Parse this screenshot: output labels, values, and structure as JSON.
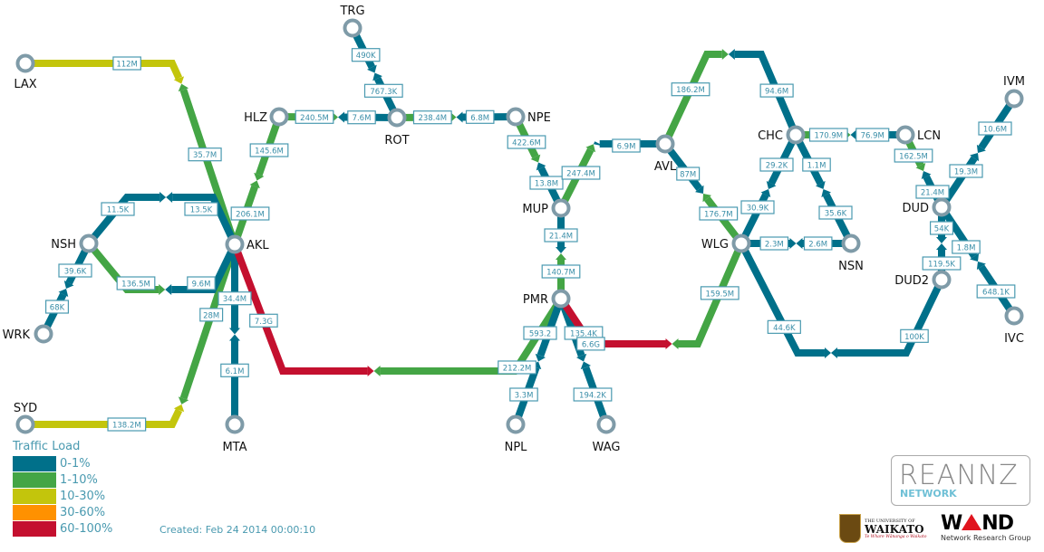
{
  "colors": {
    "load_0_1": "#00708a",
    "load_1_10": "#44a545",
    "load_10_30": "#c3c50c",
    "load_30_60": "#ff9100",
    "load_60_100": "#c4102f",
    "node_ring": "#7f9ba8",
    "label_border": "#4a9ab0"
  },
  "nodes": [
    {
      "id": "LAX",
      "label": "LAX"
    },
    {
      "id": "HLZ",
      "label": "HLZ"
    },
    {
      "id": "TRG",
      "label": "TRG"
    },
    {
      "id": "ROT",
      "label": "ROT"
    },
    {
      "id": "NPE",
      "label": "NPE"
    },
    {
      "id": "AKL",
      "label": "AKL"
    },
    {
      "id": "NSH",
      "label": "NSH"
    },
    {
      "id": "WRK",
      "label": "WRK"
    },
    {
      "id": "SYD",
      "label": "SYD"
    },
    {
      "id": "MTA",
      "label": "MTA"
    },
    {
      "id": "MUP",
      "label": "MUP"
    },
    {
      "id": "PMR",
      "label": "PMR"
    },
    {
      "id": "NPL",
      "label": "NPL"
    },
    {
      "id": "WAG",
      "label": "WAG"
    },
    {
      "id": "AVL",
      "label": "AVL"
    },
    {
      "id": "WLG",
      "label": "WLG"
    },
    {
      "id": "CHC",
      "label": "CHC"
    },
    {
      "id": "LCN",
      "label": "LCN"
    },
    {
      "id": "NSN",
      "label": "NSN"
    },
    {
      "id": "DUD",
      "label": "DUD"
    },
    {
      "id": "DUD2",
      "label": "DUD2"
    },
    {
      "id": "IVM",
      "label": "IVM"
    },
    {
      "id": "IVC",
      "label": "IVC"
    }
  ],
  "links": [
    {
      "id": "LAX-AKL",
      "from": "LAX",
      "to": "AKL",
      "a_label": "112M",
      "a_load": "10-30%",
      "b_label": "35.7M",
      "b_load": "1-10%"
    },
    {
      "id": "SYD-AKL",
      "from": "SYD",
      "to": "AKL",
      "a_label": "138.2M",
      "a_load": "10-30%",
      "b_label": "28M",
      "b_load": "1-10%"
    },
    {
      "id": "HLZ-AKL",
      "from": "HLZ",
      "to": "AKL",
      "a_label": "145.6M",
      "a_load": "1-10%",
      "b_label": "206.1M",
      "b_load": "1-10%"
    },
    {
      "id": "HLZ-ROT",
      "from": "HLZ",
      "to": "ROT",
      "a_label": "240.5M",
      "a_load": "1-10%",
      "b_label": "7.6M",
      "b_load": "0-1%"
    },
    {
      "id": "TRG-ROT",
      "from": "TRG",
      "to": "ROT",
      "a_label": "490K",
      "a_load": "0-1%",
      "b_label": "767.3K",
      "b_load": "0-1%"
    },
    {
      "id": "ROT-NPE",
      "from": "ROT",
      "to": "NPE",
      "a_label": "238.4M",
      "a_load": "1-10%",
      "b_label": "6.8M",
      "b_load": "0-1%"
    },
    {
      "id": "NPE-MUP",
      "from": "NPE",
      "to": "MUP",
      "a_label": "422.6M",
      "a_load": "1-10%",
      "b_label": "13.8M",
      "b_load": "0-1%"
    },
    {
      "id": "NSH-AKL-1",
      "from": "NSH",
      "to": "AKL",
      "a_label": "11.5K",
      "a_load": "0-1%",
      "b_label": "13.5K",
      "b_load": "0-1%"
    },
    {
      "id": "NSH-AKL-2",
      "from": "NSH",
      "to": "AKL",
      "a_label": "136.5M",
      "a_load": "1-10%",
      "b_label": "9.6M",
      "b_load": "0-1%"
    },
    {
      "id": "NSH-WRK",
      "from": "NSH",
      "to": "WRK",
      "a_label": "39.6K",
      "a_load": "0-1%",
      "b_label": "68K",
      "b_load": "0-1%"
    },
    {
      "id": "AKL-MTA",
      "from": "AKL",
      "to": "MTA",
      "a_label": "34.4M",
      "a_load": "0-1%",
      "b_label": "6.1M",
      "b_load": "0-1%"
    },
    {
      "id": "AKL-PMR",
      "from": "AKL",
      "to": "PMR",
      "a_label": "7.3G",
      "a_load": "60-100%",
      "b_label": "212.2M",
      "b_load": "1-10%"
    },
    {
      "id": "MUP-AVL",
      "from": "MUP",
      "to": "AVL",
      "a_label": "247.4M",
      "a_load": "1-10%",
      "b_label": "6.9M",
      "b_load": "0-1%"
    },
    {
      "id": "MUP-PMR",
      "from": "MUP",
      "to": "PMR",
      "a_label": "21.4M",
      "a_load": "0-1%",
      "b_label": "140.7M",
      "b_load": "1-10%"
    },
    {
      "id": "PMR-NPL",
      "from": "PMR",
      "to": "NPL",
      "a_label": "593.2",
      "a_load": "0-1%",
      "b_label": "3.3M",
      "b_load": "0-1%"
    },
    {
      "id": "PMR-WAG",
      "from": "PMR",
      "to": "WAG",
      "a_label": "135.4K",
      "a_load": "0-1%",
      "b_label": "194.2K",
      "b_load": "0-1%"
    },
    {
      "id": "PMR-WLG",
      "from": "PMR",
      "to": "WLG",
      "a_label": "6.6G",
      "a_load": "60-100%",
      "b_label": "159.5M",
      "b_load": "1-10%"
    },
    {
      "id": "AVL-WLG",
      "from": "AVL",
      "to": "WLG",
      "a_label": "87M",
      "a_load": "0-1%",
      "b_label": "176.7M",
      "b_load": "1-10%"
    },
    {
      "id": "AVL-CHC",
      "from": "AVL",
      "to": "CHC",
      "a_label": "186.2M",
      "a_load": "1-10%",
      "b_label": "94.6M",
      "b_load": "0-1%"
    },
    {
      "id": "WLG-CHC",
      "from": "WLG",
      "to": "CHC",
      "a_label": "30.9K",
      "a_load": "0-1%",
      "b_label": "29.2K",
      "b_load": "0-1%"
    },
    {
      "id": "WLG-NSN",
      "from": "WLG",
      "to": "NSN",
      "a_label": "2.3M",
      "a_load": "0-1%",
      "b_label": "2.6M",
      "b_load": "0-1%"
    },
    {
      "id": "CHC-NSN",
      "from": "CHC",
      "to": "NSN",
      "a_label": "1.1M",
      "a_load": "0-1%",
      "b_label": "35.6K",
      "b_load": "0-1%"
    },
    {
      "id": "CHC-LCN",
      "from": "CHC",
      "to": "LCN",
      "a_label": "170.9M",
      "a_load": "1-10%",
      "b_label": "76.9M",
      "b_load": "0-1%"
    },
    {
      "id": "WLG-DUD2",
      "from": "WLG",
      "to": "DUD2",
      "a_label": "44.6K",
      "a_load": "0-1%",
      "b_label": "100K",
      "b_load": "0-1%"
    },
    {
      "id": "LCN-DUD",
      "from": "LCN",
      "to": "DUD",
      "a_label": "162.5M",
      "a_load": "1-10%",
      "b_label": "21.4M",
      "b_load": "0-1%"
    },
    {
      "id": "DUD-DUD2",
      "from": "DUD",
      "to": "DUD2",
      "a_label": "54K",
      "a_load": "0-1%",
      "b_label": "119.5K",
      "b_load": "0-1%"
    },
    {
      "id": "DUD-IVM",
      "from": "DUD",
      "to": "IVM",
      "a_label": "19.3M",
      "a_load": "0-1%",
      "b_label": "10.6M",
      "b_load": "0-1%"
    },
    {
      "id": "DUD-IVC",
      "from": "DUD",
      "to": "IVC",
      "a_label": "1.8M",
      "a_load": "0-1%",
      "b_label": "648.1K",
      "b_load": "0-1%"
    }
  ],
  "legend": {
    "title": "Traffic Load",
    "items": [
      {
        "label": "0-1%",
        "color": "#00708a"
      },
      {
        "label": "1-10%",
        "color": "#44a545"
      },
      {
        "label": "10-30%",
        "color": "#c3c50c"
      },
      {
        "label": "30-60%",
        "color": "#ff9100"
      },
      {
        "label": "60-100%",
        "color": "#c4102f"
      }
    ]
  },
  "created": "Created: Feb 24 2014 00:00:10",
  "logos": {
    "reannz_name": "REANNZ",
    "reannz_sub": "NETWORK",
    "waikato_top": "THE UNIVERSITY OF",
    "waikato_name": "WAIKATO",
    "waikato_motto": "Te Whare Wānanga o Waikato",
    "wand_name": "WAND",
    "wand_sub": "Network Research Group"
  }
}
